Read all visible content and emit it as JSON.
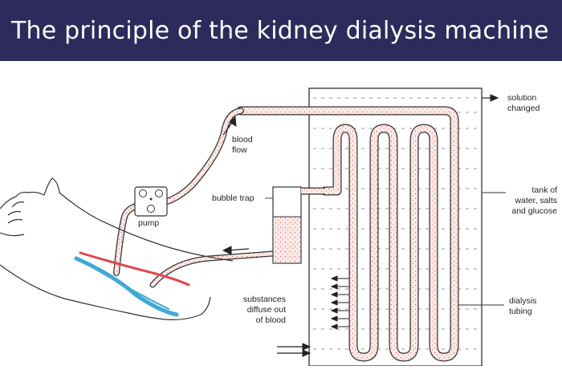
{
  "title": "The principle of the kidney dialysis machine",
  "labels": {
    "solution_changed": "solution\nchanged",
    "blood_flow": "blood\nflow",
    "bubble_trap": "bubble trap",
    "pump": "pump",
    "tank": "tank of\nwater, salts\nand glucose",
    "substances": "substances\ndiffuse out\nof blood",
    "dialysis_tubing": "dialysis\ntubing"
  },
  "colors": {
    "title_bg": "#2e2a5c",
    "blood": "#d9534f",
    "vein_blue": "#3fa9d6",
    "artery_red": "#e0474c"
  }
}
